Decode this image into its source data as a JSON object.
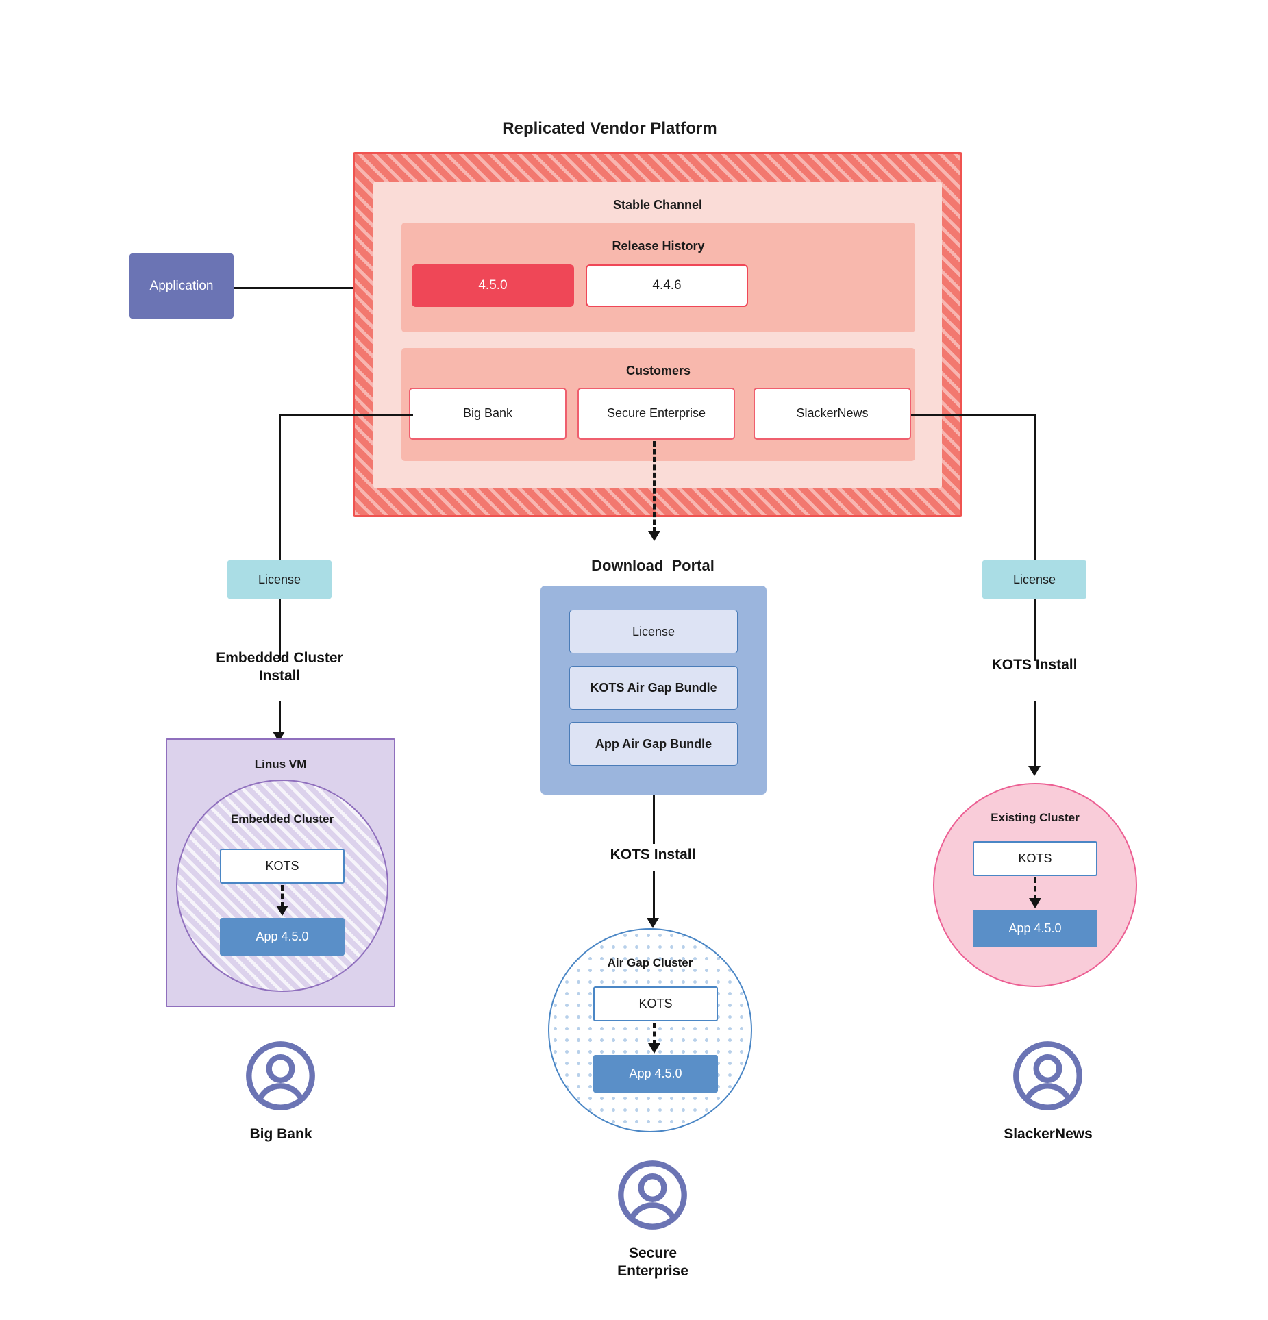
{
  "diagram": {
    "title": "Replicated Vendor Platform",
    "application": {
      "label": "Application"
    },
    "stable_channel": {
      "title": "Stable Channel",
      "release_history": {
        "title": "Release History",
        "releases": [
          {
            "version": "4.5.0",
            "state": "current"
          },
          {
            "version": "4.4.6",
            "state": "previous"
          }
        ]
      },
      "customers": {
        "title": "Customers",
        "items": [
          {
            "name": "Big Bank"
          },
          {
            "name": "Secure\nEnterprise"
          },
          {
            "name": "SlackerNews"
          }
        ]
      }
    },
    "left_branch": {
      "license_label": "License",
      "install_label": "Embedded Cluster\nInstall",
      "host": {
        "title": "Linus VM",
        "cluster_title": "Embedded Cluster",
        "kots_label": "KOTS",
        "app_label": "App 4.5.0"
      },
      "persona": "Big Bank"
    },
    "center_branch": {
      "portal_title": "Download  Portal",
      "portal_items": [
        {
          "label": "License"
        },
        {
          "label": "KOTS Air Gap Bundle"
        },
        {
          "label": "App Air Gap Bundle"
        }
      ],
      "install_label": "KOTS Install",
      "cluster": {
        "title": "Air Gap Cluster",
        "kots_label": "KOTS",
        "app_label": "App 4.5.0"
      },
      "persona": "Secure\nEnterprise"
    },
    "right_branch": {
      "license_label": "License",
      "install_label": "KOTS Install",
      "cluster": {
        "title": "Existing Cluster",
        "kots_label": "KOTS",
        "app_label": "App 4.5.0"
      },
      "persona": "SlackerNews"
    },
    "colors": {
      "platform_hatch": "#f2786f",
      "platform_border": "#ef5350",
      "stable_channel": "#fadcd7",
      "section": "#f8b8ad",
      "release_current": "#ef4757",
      "customer_border": "#ef5f6e",
      "application": "#6b74b4",
      "license_chip": "#aadde5",
      "portal": "#9bb5dd",
      "portal_item": "#dde3f4",
      "app_box": "#5a8fc8",
      "kots_border": "#4a86c5",
      "vm": "#dcd2ec",
      "vm_border": "#8f6fbd",
      "existing_cluster": "#f9ccd9",
      "existing_cluster_border": "#ec5f93",
      "avatar": "#6b74b4",
      "connector": "#141414"
    }
  }
}
